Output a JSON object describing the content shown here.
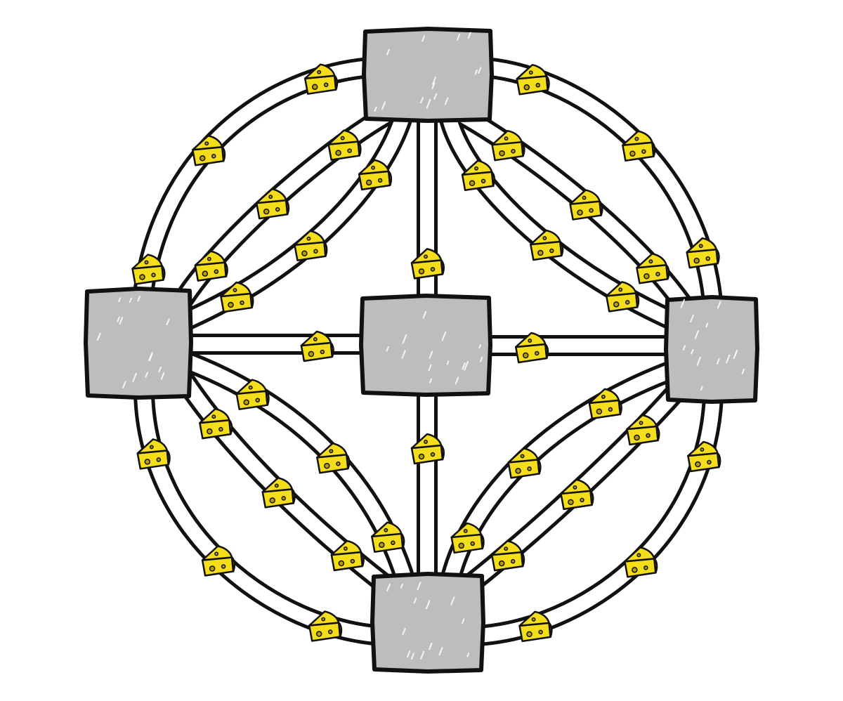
{
  "colors": {
    "background": "#ffffff",
    "outline": "#111111",
    "tube_fill": "#ffffff",
    "room_fill": "#bdbdbd",
    "cheese_fill": "#f4dd1a",
    "cheese_shadow": "#d7bd00"
  },
  "icons": {
    "room": "grey-square-room",
    "cheese": "cheese-wedge-icon"
  },
  "rooms": [
    {
      "id": "top"
    },
    {
      "id": "left"
    },
    {
      "id": "center"
    },
    {
      "id": "right"
    },
    {
      "id": "bottom"
    }
  ],
  "connections": [
    {
      "from": "top",
      "to": "left",
      "kind": "outer-arc",
      "cheese": 3
    },
    {
      "from": "top",
      "to": "left",
      "kind": "inner-curve",
      "cheese": 3
    },
    {
      "from": "top",
      "to": "left",
      "kind": "inner-curve",
      "cheese": 3
    },
    {
      "from": "top",
      "to": "right",
      "kind": "outer-arc",
      "cheese": 3
    },
    {
      "from": "top",
      "to": "right",
      "kind": "inner-curve",
      "cheese": 3
    },
    {
      "from": "top",
      "to": "right",
      "kind": "inner-curve",
      "cheese": 3
    },
    {
      "from": "bottom",
      "to": "left",
      "kind": "outer-arc",
      "cheese": 3
    },
    {
      "from": "bottom",
      "to": "left",
      "kind": "inner-curve",
      "cheese": 3
    },
    {
      "from": "bottom",
      "to": "left",
      "kind": "inner-curve",
      "cheese": 3
    },
    {
      "from": "bottom",
      "to": "right",
      "kind": "outer-arc",
      "cheese": 3
    },
    {
      "from": "bottom",
      "to": "right",
      "kind": "inner-curve",
      "cheese": 3
    },
    {
      "from": "bottom",
      "to": "right",
      "kind": "inner-curve",
      "cheese": 3
    },
    {
      "from": "center",
      "to": "top",
      "kind": "straight",
      "cheese": 1
    },
    {
      "from": "center",
      "to": "bottom",
      "kind": "straight",
      "cheese": 1
    },
    {
      "from": "center",
      "to": "left",
      "kind": "straight",
      "cheese": 1
    },
    {
      "from": "center",
      "to": "right",
      "kind": "straight",
      "cheese": 1
    }
  ]
}
